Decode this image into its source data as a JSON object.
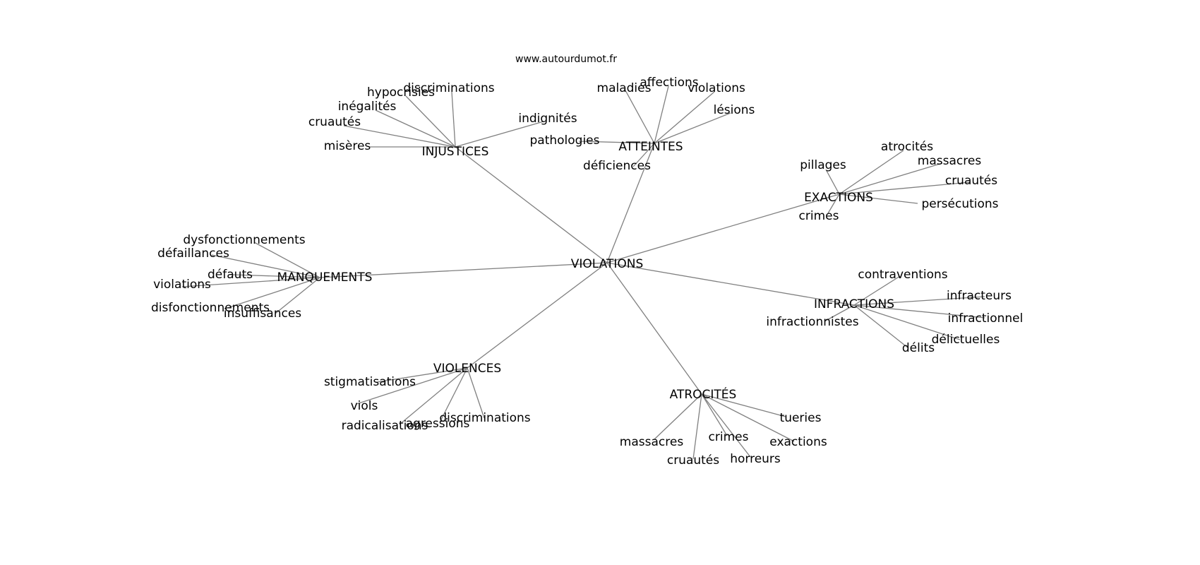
{
  "site": "www.autourdumot.fr",
  "colors": {
    "edge": "#808080",
    "text": "#000000",
    "background": "#ffffff"
  },
  "root": "VIOLATIONS",
  "groups": [
    {
      "label": "INJUSTICES",
      "words": [
        "hypocrisies",
        "discriminations",
        "inégalités",
        "cruautés",
        "misères",
        "indignités"
      ]
    },
    {
      "label": "ATTEINTES",
      "words": [
        "maladies",
        "affections",
        "violations",
        "lésions",
        "pathologies",
        "déficiences"
      ]
    },
    {
      "label": "EXACTIONS",
      "words": [
        "pillages",
        "atrocités",
        "massacres",
        "cruautés",
        "persécutions",
        "crimes"
      ]
    },
    {
      "label": "MANQUEMENTS",
      "words": [
        "dysfonctionnements",
        "défaillances",
        "défauts",
        "violations",
        "disfonctionnements",
        "insuffisances"
      ]
    },
    {
      "label": "INFRACTIONS",
      "words": [
        "contraventions",
        "infracteurs",
        "infractionnistes",
        "infractionnel",
        "délictuelles",
        "délits"
      ]
    },
    {
      "label": "VIOLENCES",
      "words": [
        "stigmatisations",
        "viols",
        "radicalisations",
        "agressions",
        "discriminations"
      ]
    },
    {
      "label": "ATROCITÉS",
      "words": [
        "tueries",
        "massacres",
        "crimes",
        "exactions",
        "cruautés",
        "horreurs"
      ]
    }
  ]
}
